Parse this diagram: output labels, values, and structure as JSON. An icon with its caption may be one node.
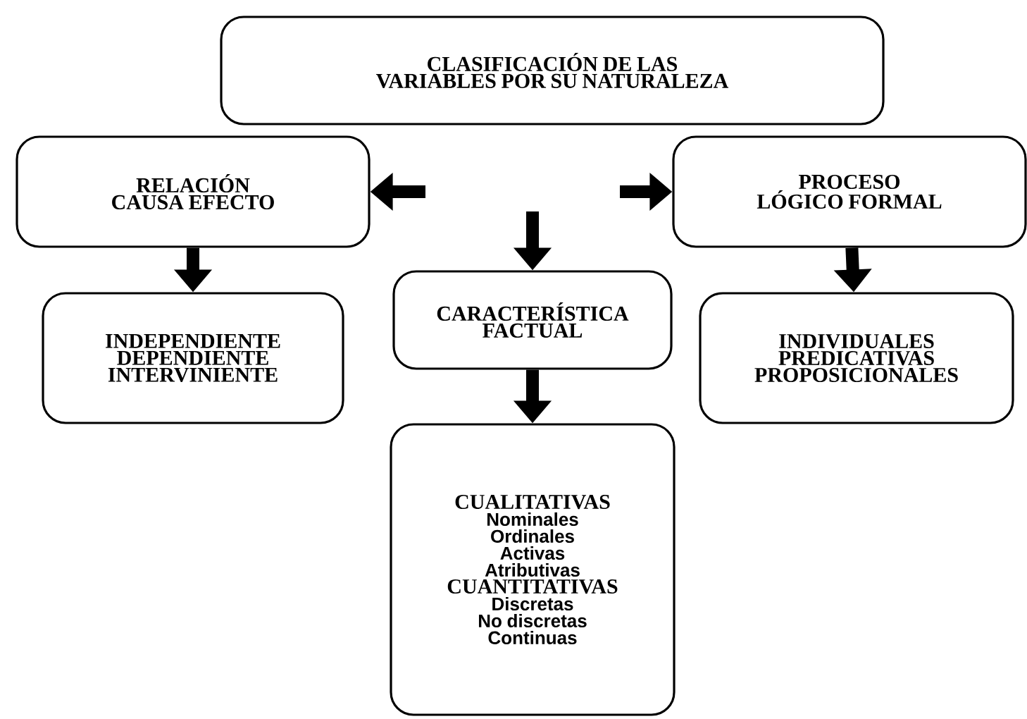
{
  "diagram": {
    "nodes": [
      {
        "text": [
          "CLASIFICACIÓN DE LAS VARIABLES POR SU NATURALEZA"
        ]
      },
      {
        "text": [
          "RELACIÓN CAUSA EFECTO"
        ]
      },
      {
        "text": [
          "PROCESO LÓGICO FORMAL"
        ]
      },
      {
        "text": [
          "INDEPENDIENTE",
          "DEPENDIENTE",
          "INTERVINIENTE"
        ]
      },
      {
        "text": [
          "CARACTERÍSTICA FACTUAL"
        ]
      },
      {
        "text": [
          "INDIVIDUALES",
          "PREDICATIVAS",
          "PROPOSICIONALES"
        ]
      },
      {
        "text": [
          "CUALITATIVAS",
          "Nominales",
          "Ordinales",
          "Activas",
          "Atributivas",
          "CUANTITATIVAS",
          "Discretas",
          "No discretas",
          "Continuas"
        ]
      }
    ],
    "edges": [
      {
        "from": null,
        "to": 1,
        "arrow": "to"
      },
      {
        "from": null,
        "to": 2,
        "arrow": "to"
      },
      {
        "from": null,
        "to": 4,
        "arrow": "to"
      },
      {
        "from": 1,
        "to": 3,
        "arrow": "to"
      },
      {
        "from": 2,
        "to": 5,
        "arrow": "to"
      },
      {
        "from": 4,
        "to": 6,
        "arrow": "to"
      }
    ]
  }
}
